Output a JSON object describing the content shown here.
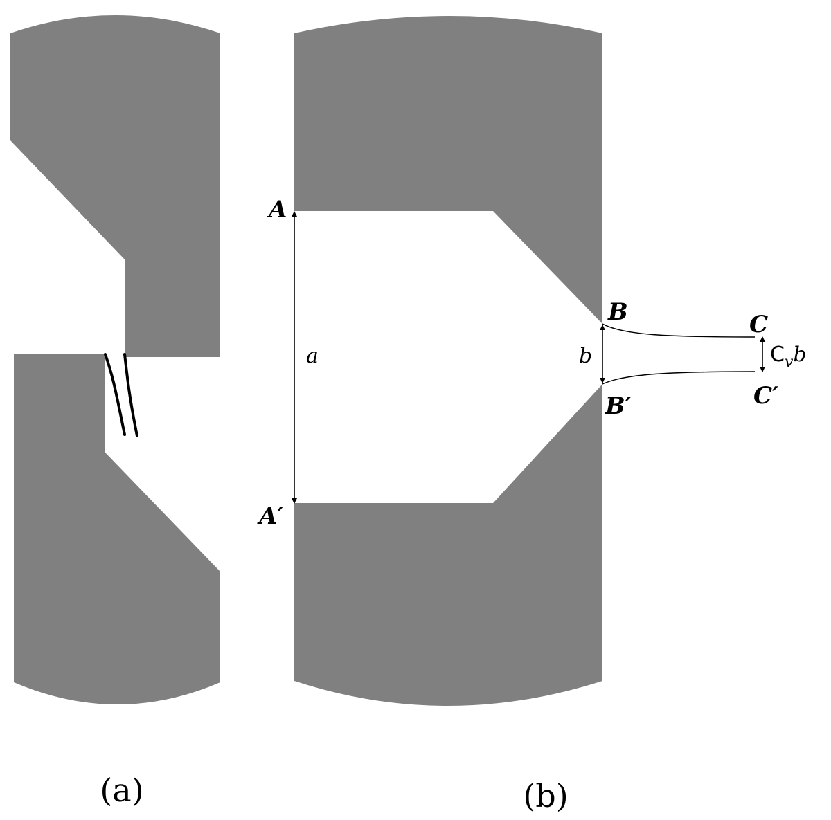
{
  "panels": {
    "a": {
      "caption": "(a)"
    },
    "b": {
      "caption": "(b)",
      "points": {
        "A": "A",
        "A_prime": "A′",
        "B": "B",
        "B_prime": "B′",
        "C": "C",
        "C_prime": "C′"
      },
      "dimensions": {
        "a": "a",
        "b": "b",
        "cv_c": "C",
        "cv_sub": "v",
        "cv_b": "b"
      }
    }
  },
  "colors": {
    "solid": "#808080",
    "line": "#000000",
    "background": "#ffffff"
  }
}
